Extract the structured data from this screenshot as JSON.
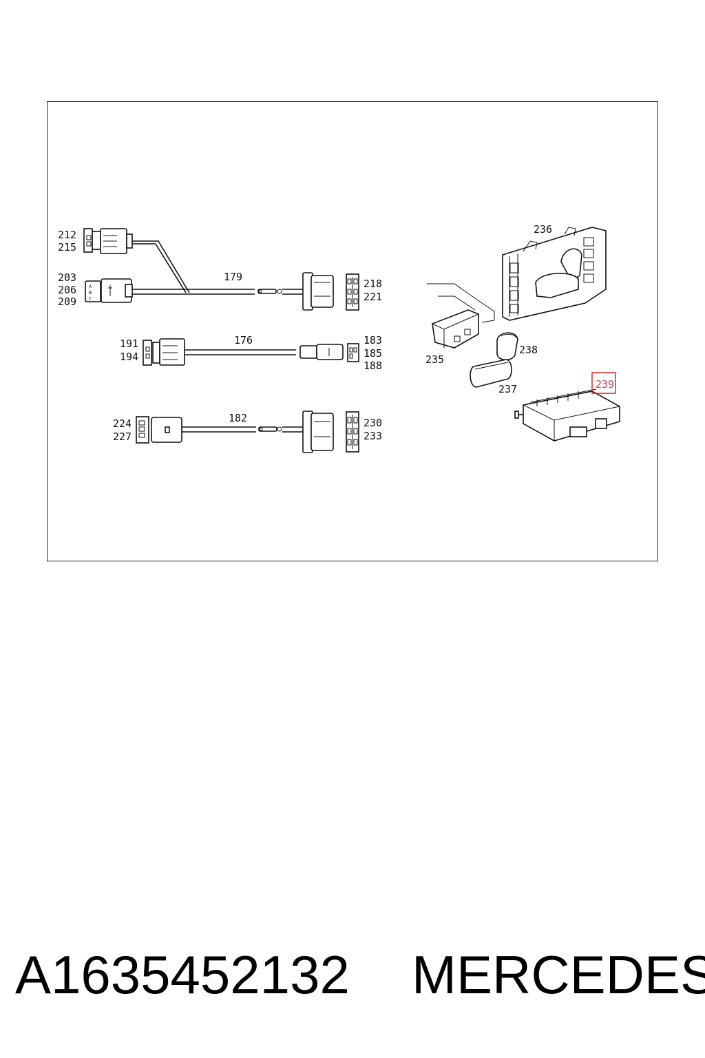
{
  "diagram": {
    "labels": {
      "l212": "212",
      "l215": "215",
      "l203": "203",
      "l206": "206",
      "l209": "209",
      "l179": "179",
      "l218": "218",
      "l221": "221",
      "l191": "191",
      "l194": "194",
      "l176": "176",
      "l183": "183",
      "l185": "185",
      "l188": "188",
      "l224": "224",
      "l227": "227",
      "l182": "182",
      "l230": "230",
      "l233": "233",
      "l236": "236",
      "l235": "235",
      "l238": "238",
      "l237": "237",
      "l239": "239"
    },
    "connector_letters": {
      "a": "A",
      "b": "B",
      "c": "C"
    },
    "highlight_color": "#e02020",
    "line_color": "#111111"
  },
  "caption": {
    "part_number": "A1635452132",
    "brand": "MERCEDES"
  }
}
